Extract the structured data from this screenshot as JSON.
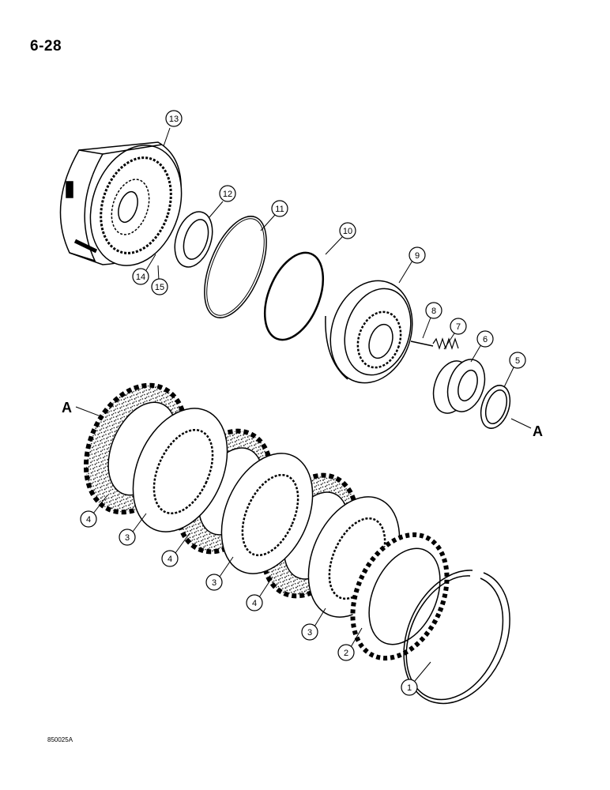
{
  "page_number": "6-28",
  "drawing_code": "850025A",
  "reference_marks": {
    "left": "A",
    "right": "A"
  },
  "callouts": [
    "13",
    "12",
    "11",
    "10",
    "9",
    "8",
    "7",
    "6",
    "5",
    "14",
    "15",
    "4",
    "3",
    "4",
    "3",
    "4",
    "3",
    "2",
    "1"
  ]
}
